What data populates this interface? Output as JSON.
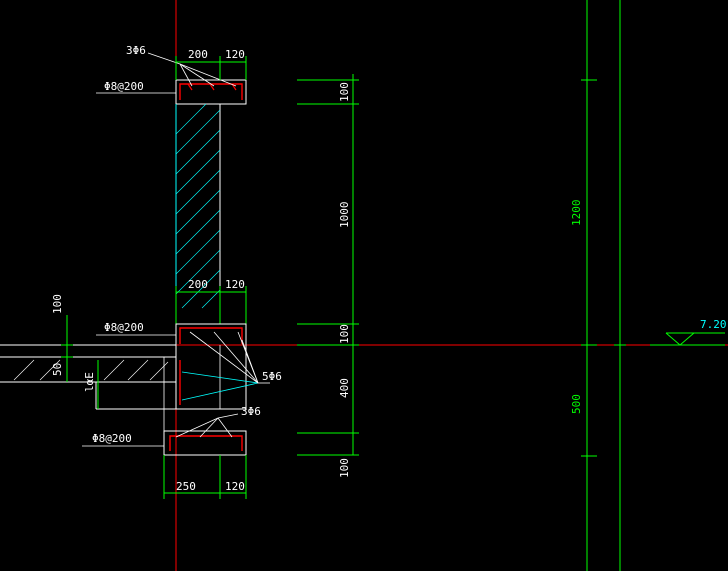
{
  "colors": {
    "background": "#000000",
    "axis": "#ff0000",
    "dimension": "#00ff00",
    "outline": "#ffffff",
    "rebar": "#ff0000",
    "hatch": "#00ffff"
  },
  "top_beam": {
    "rebar_label": "3Φ6",
    "stirrup_label": "Φ8@200",
    "dims": [
      "200",
      "120"
    ]
  },
  "wall": {
    "dims": [
      "200",
      "120"
    ]
  },
  "middle_beam": {
    "stirrup_label": "Φ8@200",
    "rebar_label": "5Φ6",
    "left_dim": "100",
    "slab_dim": "50",
    "anchor_label": "lαE"
  },
  "bottom_beam": {
    "rebar_label": "3Φ6",
    "stirrup_label": "Φ8@200",
    "dims": [
      "250",
      "120"
    ]
  },
  "right_dims": [
    "100",
    "1000",
    "100",
    "400",
    "100"
  ],
  "far_right_dims": [
    "1200",
    "500"
  ],
  "elevation": "7.20"
}
